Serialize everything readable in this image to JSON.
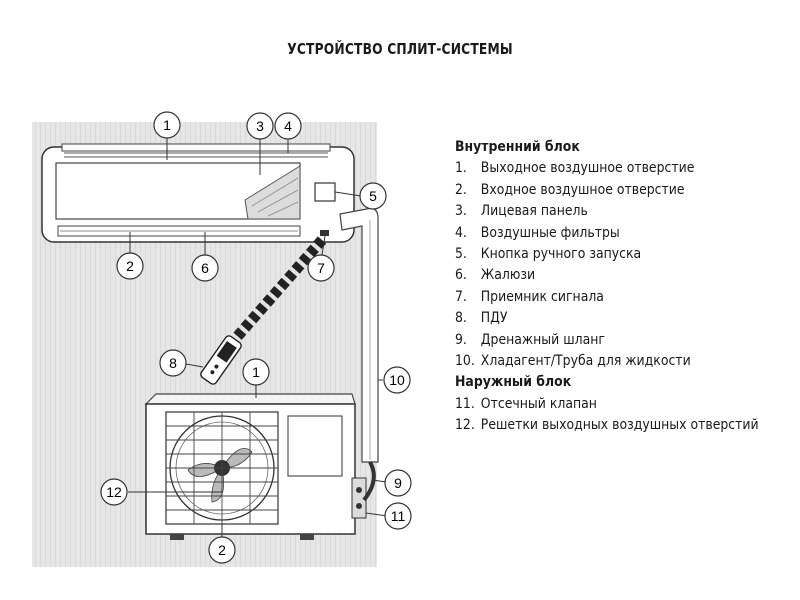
{
  "title": "УСТРОЙСТВО СПЛИТ-СИСТЕМЫ",
  "indoor_heading": "Внутренний блок",
  "outdoor_heading": "Наружный блок",
  "indoor_items": [
    {
      "num": "1.",
      "label": "Выходное воздушное отверстие"
    },
    {
      "num": "2.",
      "label": "Входное воздушное отверстие"
    },
    {
      "num": "3.",
      "label": "Лицевая панель"
    },
    {
      "num": "4.",
      "label": "Воздушные фильтры"
    },
    {
      "num": "5.",
      "label": "Кнопка ручного запуска"
    },
    {
      "num": "6.",
      "label": "Жалюзи"
    },
    {
      "num": "7.",
      "label": "Приемник сигнала"
    },
    {
      "num": "8.",
      "label": "ПДУ"
    },
    {
      "num": "9.",
      "label": "Дренажный шланг"
    },
    {
      "num": "10.",
      "label": "Хладагент/Труба для жидкости"
    }
  ],
  "outdoor_items": [
    {
      "num": "11.",
      "label": "Отсечный клапан"
    },
    {
      "num": "12.",
      "label": "Решетки выходных воздушных отверстий"
    }
  ],
  "callouts": [
    "1",
    "3",
    "4",
    "5",
    "2",
    "6",
    "7",
    "8",
    "1",
    "10",
    "9",
    "12",
    "11",
    "2"
  ]
}
